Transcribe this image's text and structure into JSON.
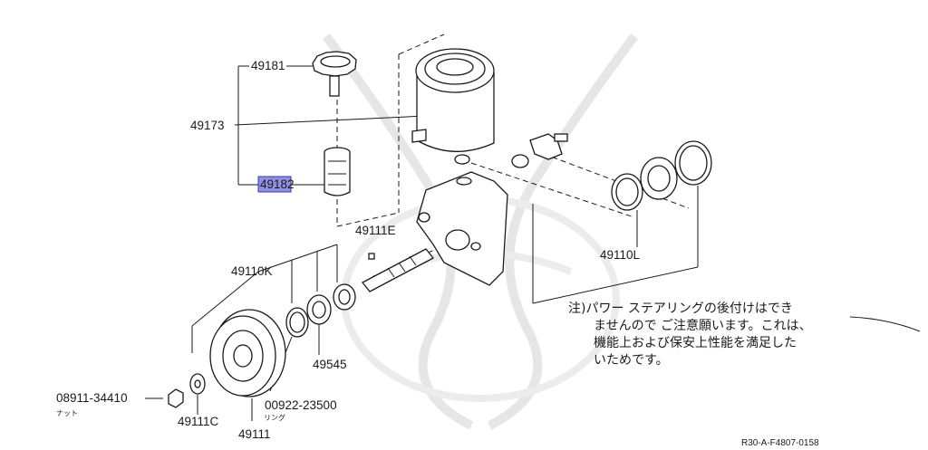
{
  "parts": {
    "p49181": "49181",
    "p49173": "49173",
    "p49182": "49182",
    "p49111E": "49111E",
    "p49110K": "49110K",
    "p49110L": "49110L",
    "p49545": "49545",
    "p08911": "08911-34410",
    "p08911_sub": "ナット",
    "p49111C": "49111C",
    "p00922": "00922-23500",
    "p00922_sub": "リング",
    "p49111": "49111"
  },
  "highlight": {
    "part": "49182",
    "color": "#8f8fe6"
  },
  "note": {
    "line1": "注)パワー ステアリングの後付けはでき",
    "line2": "ませんので ご注意願います。これは、",
    "line3": "機能上および保安上性能を満足した",
    "line4": "いためです。"
  },
  "reference": "R30-A-F4807-0158"
}
